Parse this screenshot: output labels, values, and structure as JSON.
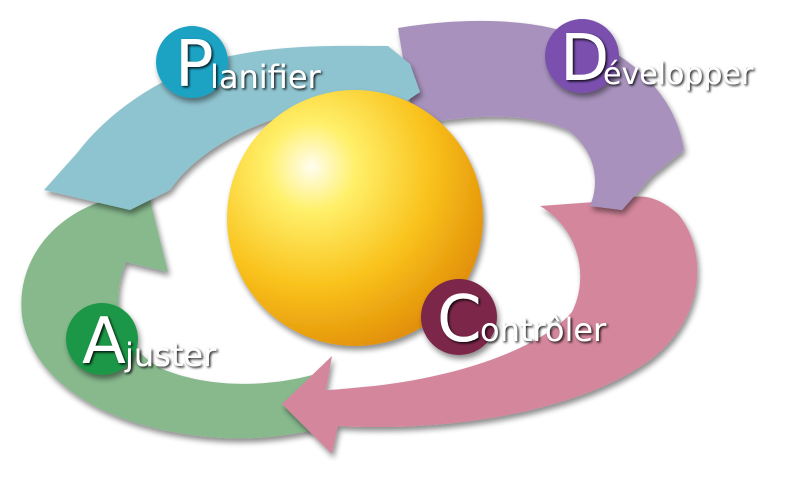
{
  "diagram": {
    "type": "pdca-cycle",
    "center": {
      "shape": "sphere",
      "color": "#f7c21a"
    },
    "stages": [
      {
        "letter": "P",
        "rest": "lanifier",
        "color": "#1aa3c4",
        "arrow_color": "#8ec4d0"
      },
      {
        "letter": "D",
        "rest": "évelopper",
        "color": "#7a4fae",
        "arrow_color": "#a892bd"
      },
      {
        "letter": "C",
        "rest": "ontrôler",
        "color": "#7b2748",
        "arrow_color": "#d4869c"
      },
      {
        "letter": "A",
        "rest": "juster",
        "color": "#1f9646",
        "arrow_color": "#87b98d"
      }
    ]
  }
}
